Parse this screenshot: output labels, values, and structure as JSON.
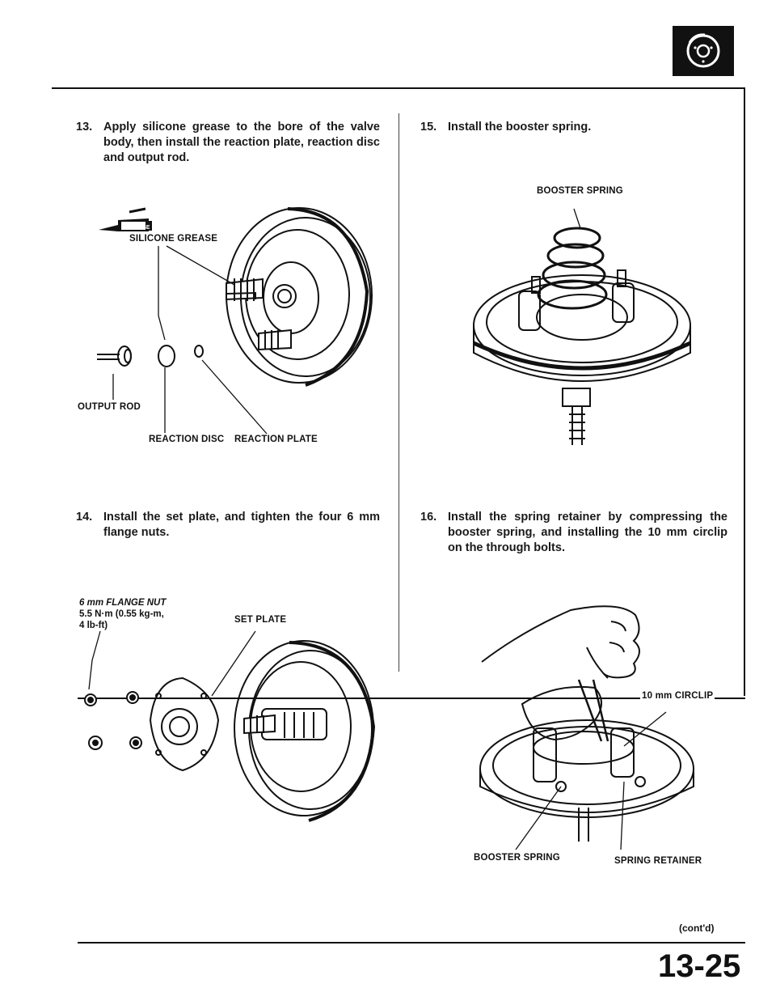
{
  "page": {
    "number": "13-25",
    "continued": "(cont'd)"
  },
  "header_icon": "brake-disc-icon",
  "steps": [
    {
      "num": "13.",
      "text": "Apply silicone grease to the bore of the valve body, then install the reaction plate, reaction disc and output rod."
    },
    {
      "num": "14.",
      "text": "Install the set plate, and tighten the four 6 mm flange nuts."
    },
    {
      "num": "15.",
      "text": "Install the booster spring."
    },
    {
      "num": "16.",
      "text": "Install the spring retainer by compressing the booster spring, and installing the 10 mm circlip on the through bolts."
    }
  ],
  "figure13": {
    "grease_tag": "GREASE",
    "labels": {
      "silicone_grease": "SILICONE GREASE",
      "output_rod": "OUTPUT ROD",
      "reaction_disc": "REACTION DISC",
      "reaction_plate": "REACTION PLATE"
    }
  },
  "figure14": {
    "labels": {
      "flange_nut_l1": "6 mm FLANGE NUT",
      "flange_nut_l2": "5.5 N·m (0.55 kg-m,",
      "flange_nut_l3": "4 lb-ft)",
      "set_plate": "SET PLATE"
    }
  },
  "figure15": {
    "labels": {
      "booster_spring": "BOOSTER SPRING"
    }
  },
  "figure16": {
    "labels": {
      "circlip": "10 mm CIRCLIP",
      "booster_spring": "BOOSTER SPRING",
      "spring_retainer": "SPRING RETAINER"
    }
  }
}
